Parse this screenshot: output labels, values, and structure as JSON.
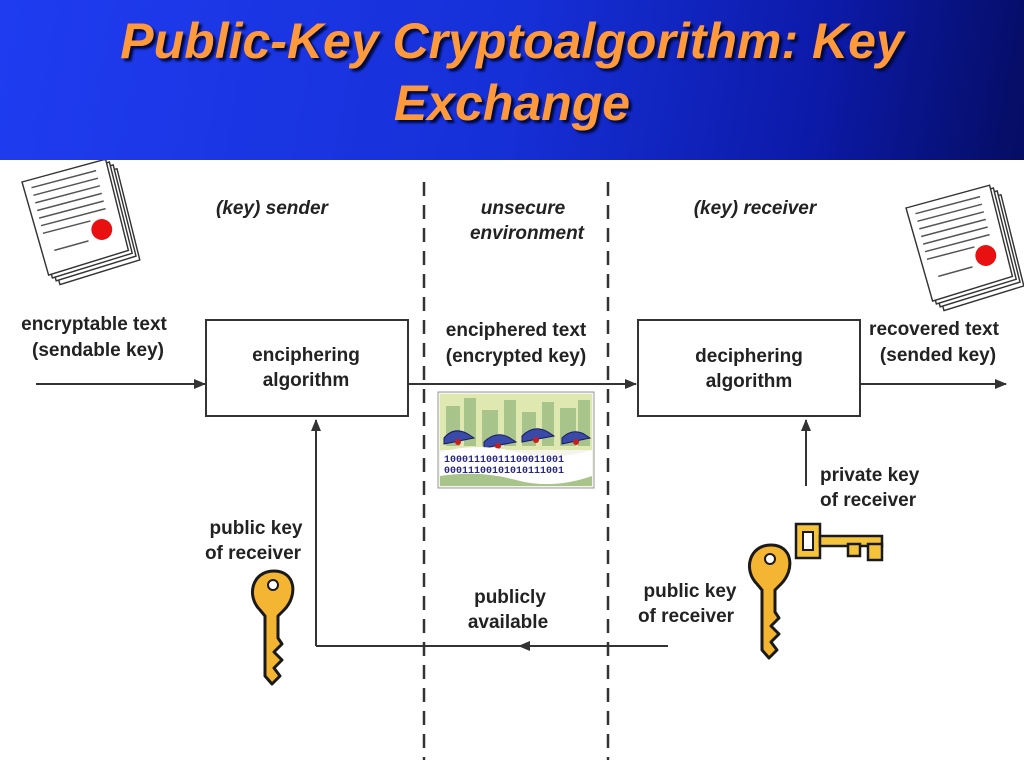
{
  "slide": {
    "title_line1": "Public-Key Cryptoalgorithm: Key",
    "title_line2": "Exchange"
  },
  "diagram": {
    "zones": {
      "sender": "(key) sender",
      "unsecure_line1": "unsecure",
      "unsecure_line2": "environment",
      "receiver": "(key) receiver"
    },
    "input": {
      "line1": "encryptable text",
      "line2": "(sendable key)"
    },
    "enciphering_box": {
      "line1": "enciphering",
      "line2": "algorithm"
    },
    "channel": {
      "line1": "enciphered text",
      "line2": "(encrypted key)"
    },
    "deciphering_box": {
      "line1": "deciphering",
      "line2": "algorithm"
    },
    "output": {
      "line1": "recovered text",
      "line2": "(sended key)"
    },
    "private_key": {
      "line1": "private key",
      "line2": "of receiver"
    },
    "public_key_sender": {
      "line1": "public key",
      "line2": "of receiver"
    },
    "public_key_receiver": {
      "line1": "public key",
      "line2": "of receiver"
    },
    "publicly": {
      "line1": "publicly",
      "line2": "available"
    },
    "binary_line1": "10001110011100011001",
    "binary_line2": "00011100101010111001",
    "icons": [
      "document-stack-icon",
      "document-stack-icon",
      "city-traffic-clipart-icon",
      "key-icon",
      "key-icon",
      "key-icon"
    ],
    "colors": {
      "title": "#ff9a3c",
      "key_fill": "#f4b532",
      "seal": "#e81010"
    }
  }
}
